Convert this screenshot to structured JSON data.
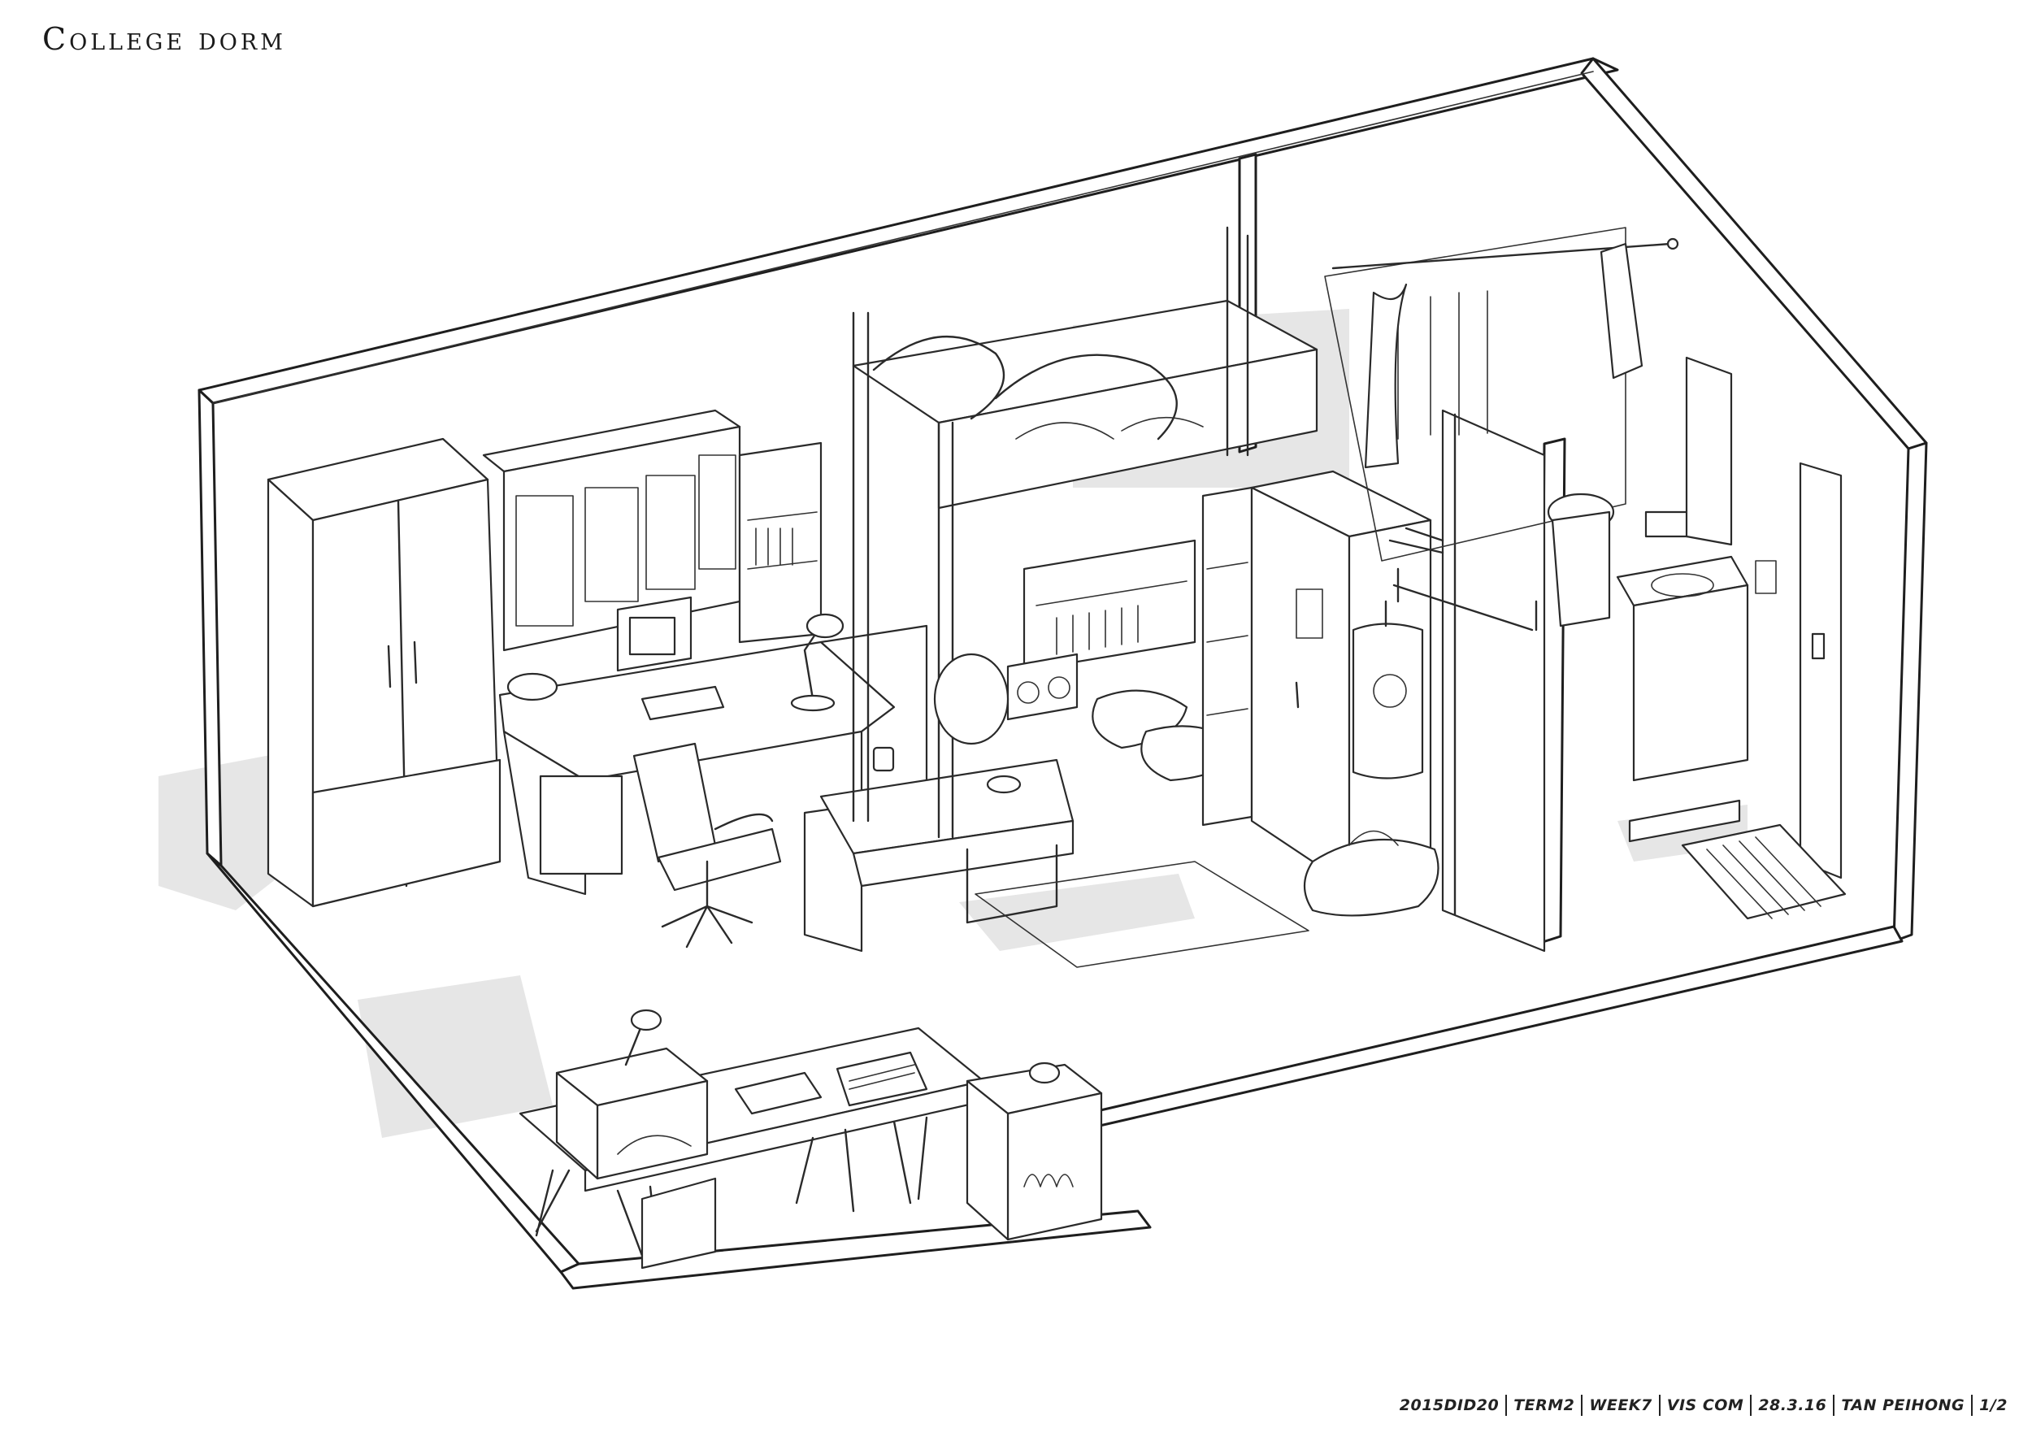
{
  "title": "College dorm",
  "footer": {
    "items": [
      "2015DID20",
      "TERM2",
      "WEEK7",
      "VIS COM",
      "28.3.16",
      "TAN PEIHONG",
      "1/2"
    ]
  }
}
